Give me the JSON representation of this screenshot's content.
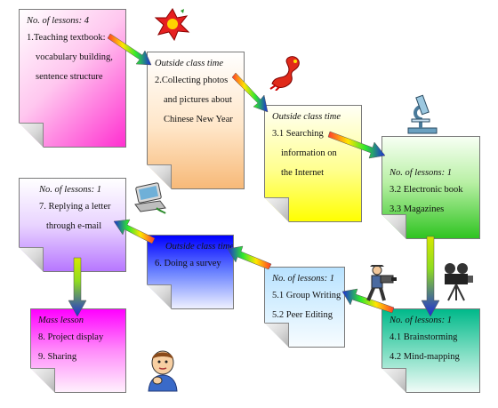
{
  "colors": {
    "arrow_start": "#ff3a2a",
    "arrow_mid1": "#ffe600",
    "arrow_mid2": "#2ee82e",
    "arrow_end": "#1d2bd8"
  },
  "cards": [
    {
      "id": "c1",
      "heading": "No. of lessons: 4",
      "lines": [
        "1.Teaching textbook:",
        "vocabulary building,",
        "sentence structure"
      ]
    },
    {
      "id": "c2",
      "heading": "Outside class time",
      "lines": [
        "2.Collecting photos",
        "and pictures about",
        "Chinese New Year"
      ]
    },
    {
      "id": "c3",
      "heading": "Outside class time",
      "lines": [
        "3.1 Searching",
        "information on",
        "the Internet"
      ]
    },
    {
      "id": "c4",
      "heading": "No. of lessons: 1",
      "lines": [
        "3.2 Electronic book",
        "3.3 Magazines"
      ]
    },
    {
      "id": "c5",
      "heading": "No. of lessons: 1",
      "lines": [
        "7. Replying a letter",
        "through e-mail"
      ]
    },
    {
      "id": "c6",
      "heading": "Outside class time",
      "lines": [
        "6. Doing a survey"
      ]
    },
    {
      "id": "c7",
      "heading": "No. of lessons: 1",
      "lines": [
        "5.1 Group Writing",
        "5.2 Peer Editing"
      ]
    },
    {
      "id": "c8",
      "heading": "No. of lessons: 1",
      "lines": [
        "4.1 Brainstorming",
        "4.2 Mind-mapping"
      ]
    },
    {
      "id": "c9",
      "heading": "Mass lesson",
      "lines": [
        "8. Project display",
        "9. Sharing"
      ]
    }
  ],
  "decorations": [
    "firecracker-clipart-icon",
    "dragon-clipart-icon",
    "microscope-clipart-icon",
    "laptop-clipart-icon",
    "cameraman-clipart-icon",
    "film-camera-clipart-icon",
    "boy-thinking-clipart-icon"
  ]
}
